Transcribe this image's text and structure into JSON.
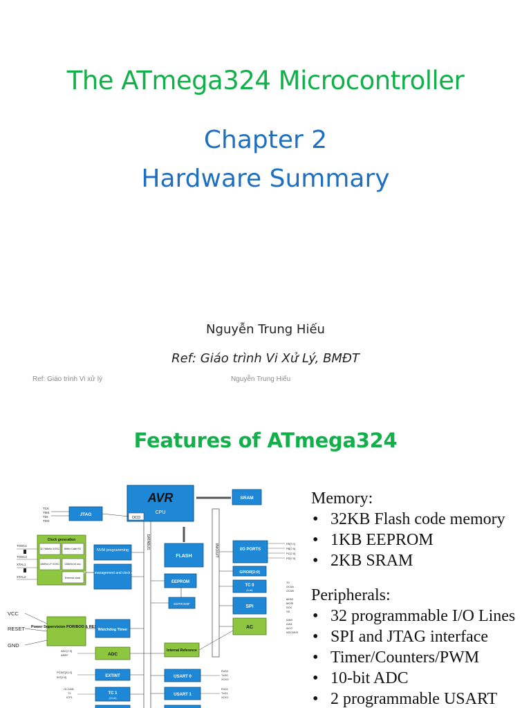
{
  "slide1": {
    "title": "The ATmega324 Microcontroller",
    "chapter": "Chapter 2",
    "subtitle": "Hardware Summary",
    "author": "Nguyễn Trung Hiếu",
    "reference": "Ref: Giáo trình Vi Xử Lý, BMĐT",
    "footer_left": "Ref: Giáo trình Vi xử lý",
    "footer_right": "Nguyễn Trung Hiếu"
  },
  "slide2": {
    "title": "Features of ATmega324",
    "memory_header": "Memory:",
    "memory_items": [
      "32KB Flash code memory",
      "1KB EEPROM",
      "2KB SRAM"
    ],
    "peripherals_header": "Peripherals:",
    "peripheral_items": [
      "32 programmable I/O Lines",
      "SPI and JTAG interface",
      "Timer/Counters/PWM",
      "10-bit ADC",
      "2 programmable USART"
    ],
    "diagram": {
      "cpu_logo": "AVR",
      "cpu": "CPU",
      "ocd": "OCD",
      "sram": "SRAM",
      "jtag": "JTAG",
      "clock_gen": "Clock generation",
      "osc1": "32.768kHz XOSC",
      "osc2": "8MHz Calib RC",
      "osc3": "16MHz LP XOSC",
      "osc4": "128kHz int osc",
      "osc5": "External clock",
      "nvm": "NVM programming",
      "power_mgmt": "Power management and clock control",
      "flash": "FLASH",
      "eeprom": "EEPROM",
      "eeprom_if": "EEPROMIF",
      "io_ports": "I/O PORTS",
      "gpior": "GPIOR[2:0]",
      "tc0": "TC 0",
      "tc0_sub": "(8-bit)",
      "spi": "SPI",
      "ac": "AC",
      "power_sup": "Power Supervision POR/BOD & RESET",
      "watchdog": "Watchdog Timer",
      "internal_ref": "Internal Reference",
      "adc": "ADC",
      "extint": "EXTINT",
      "tc1": "TC 1",
      "tc1_sub": "(16-bit)",
      "usart0": "USART 0",
      "usart1": "USART 1",
      "databus": "DATABUS",
      "io_bus": "I/N/O/U/T",
      "vcc": "VCC",
      "reset": "RESET",
      "gnd": "GND",
      "tck": "TCK",
      "tms": "TMS",
      "tdi": "TDI",
      "tdo": "TDO",
      "tosc1": "TOSC1",
      "tosc2": "TOSC2",
      "xtal1": "XTAL1",
      "xtal2": "XTAL2",
      "pa": "PA[7:0]",
      "pb": "PB[7:0]",
      "pc": "PC[7:0]",
      "pd": "PD[7:0]",
      "t0": "T0",
      "oc0a": "OC0A",
      "oc0b": "OC0B",
      "miso": "MISO",
      "mosi": "MOSI",
      "sck": "SCK",
      "ss": "SS",
      "ain0": "AIN0",
      "ain1": "AIN1",
      "aco": "ACO",
      "adcmux": "ADCMUX",
      "adc_pins": "ADC[7:0]",
      "aref": "AREF",
      "pcint": "PCINT[31:0]",
      "int": "INT[2:0]",
      "oc1ab": "OC1A/B",
      "t1": "T1",
      "icp1": "ICP1",
      "rxd0": "RxD0",
      "txd0": "TxD0",
      "xck0": "XCK0",
      "rxd1": "RxD1",
      "txd1": "TxD1",
      "xck1": "XCK1"
    }
  }
}
